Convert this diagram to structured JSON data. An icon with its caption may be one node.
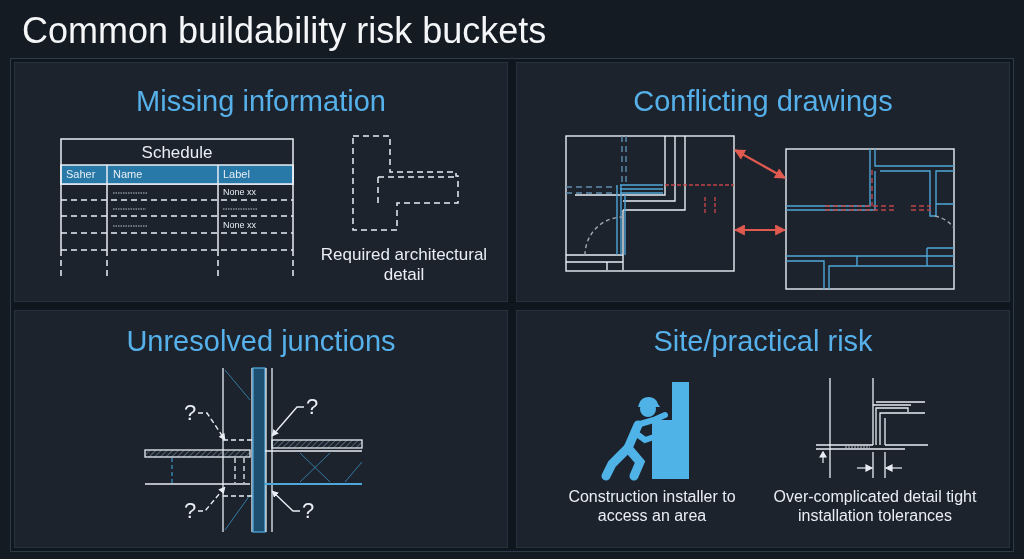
{
  "diagram": {
    "title": "Common buildability risk buckets",
    "nodes": [
      {
        "text": [
          "Missing information"
        ]
      },
      {
        "text": [
          "Conflicting drawings"
        ]
      },
      {
        "text": [
          "Unresolved junctions"
        ]
      },
      {
        "text": [
          "Site/practical risk"
        ]
      },
      {
        "text": [],
        "shape": "picture",
        "in": 1
      },
      {
        "text": [],
        "shape": "picture",
        "in": 1
      },
      {
        "text": [
          "?"
        ],
        "in": 2
      },
      {
        "text": [
          "?"
        ],
        "in": 2
      },
      {
        "text": [
          "?"
        ],
        "in": 2
      },
      {
        "text": [
          "?"
        ],
        "in": 2
      }
    ],
    "edges": [
      {
        "from": 4,
        "to": 5,
        "arrow": "both",
        "color": "#e05a4f"
      },
      {
        "from": 4,
        "to": 5,
        "arrow": "both",
        "color": "#e05a4f"
      },
      {
        "from": 6,
        "to": null,
        "arrow": "to",
        "style": "dashed"
      },
      {
        "from": 7,
        "to": null,
        "arrow": "to"
      },
      {
        "from": 8,
        "to": null,
        "arrow": "to",
        "style": "dashed"
      },
      {
        "from": 9,
        "to": null,
        "arrow": "to"
      }
    ],
    "labels": [
      "Schedule",
      "Saher",
      "Name",
      "Label",
      "None xx",
      "None xx",
      "Required architectural detail",
      "Construction installer to access an area",
      "Over-complicated detail tight installation tolerances"
    ]
  }
}
